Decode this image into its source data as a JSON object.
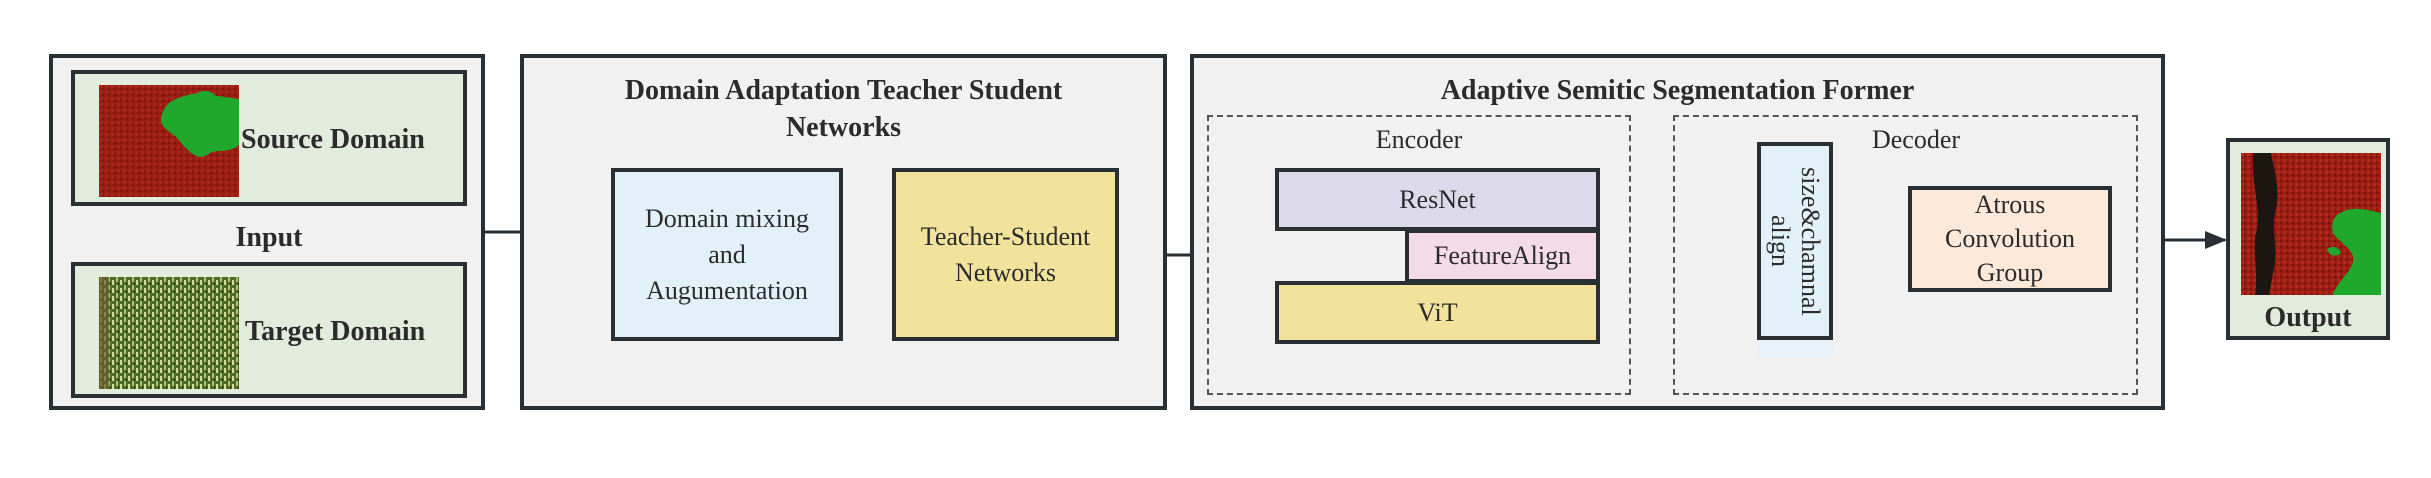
{
  "input": {
    "title": "Input",
    "source_label": "Source Domain",
    "target_label": "Target Domain"
  },
  "teacher_student": {
    "title": "Domain Adaptation Teacher Student Networks",
    "domain_mixing": "Domain mixing and Augumentation",
    "teacher_student_networks": "Teacher-Student Networks"
  },
  "former": {
    "title": "Adaptive Semitic Segmentation Former",
    "encoder": {
      "label": "Encoder",
      "resnet": "ResNet",
      "feature_align": "FeatureAlign",
      "vit": "ViT"
    },
    "decoder": {
      "label": "Decoder",
      "size_align": "size&chamnal align",
      "atrous": "Atrous Convolution Group"
    }
  },
  "output": {
    "title": "Output"
  },
  "colors": {
    "panel_fill": "#f1f1f1",
    "green_fill": "#e1ecdc",
    "blue_fill": "#e2f1f9",
    "yellow_fill": "#f1e39c",
    "lavender_fill": "#dcd9ea",
    "pink_fill": "#f4dce6",
    "peach_fill": "#fde9da",
    "border": "#2a2f33"
  }
}
